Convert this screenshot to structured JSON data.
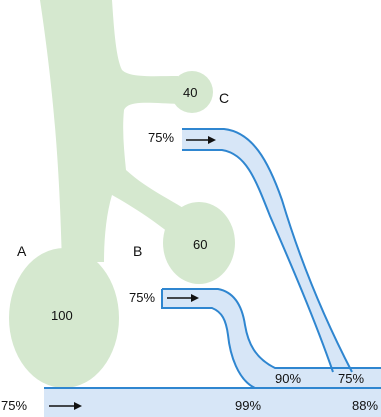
{
  "colors": {
    "green_fill": "#d5e8cf",
    "blue_fill": "#d7e6f7",
    "blue_stroke": "#2f86d0",
    "text": "#111111",
    "arrow": "#111111"
  },
  "labels": {
    "A": "A",
    "B": "B",
    "C": "C",
    "node_100": "100",
    "node_60": "60",
    "node_40": "40",
    "c_inlet_pct": "75%",
    "b_inlet_pct": "75%",
    "main_inlet_pct": "75%",
    "b_outlet_pct": "90%",
    "c_outlet_pct": "75%",
    "main_mid_pct": "99%",
    "main_outlet_pct": "88%"
  }
}
